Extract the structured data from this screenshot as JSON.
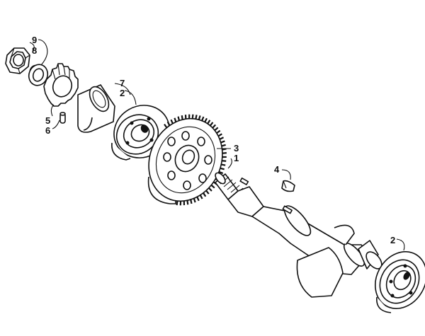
{
  "callouts": [
    {
      "id": "c9",
      "text": "9"
    },
    {
      "id": "c8",
      "text": "8"
    },
    {
      "id": "c7",
      "text": "7"
    },
    {
      "id": "c2a",
      "text": "2"
    },
    {
      "id": "c5",
      "text": "5"
    },
    {
      "id": "c6",
      "text": "6"
    },
    {
      "id": "c3",
      "text": "3"
    },
    {
      "id": "c1",
      "text": "1"
    },
    {
      "id": "c4",
      "text": "4"
    },
    {
      "id": "c2b",
      "text": "2"
    }
  ]
}
